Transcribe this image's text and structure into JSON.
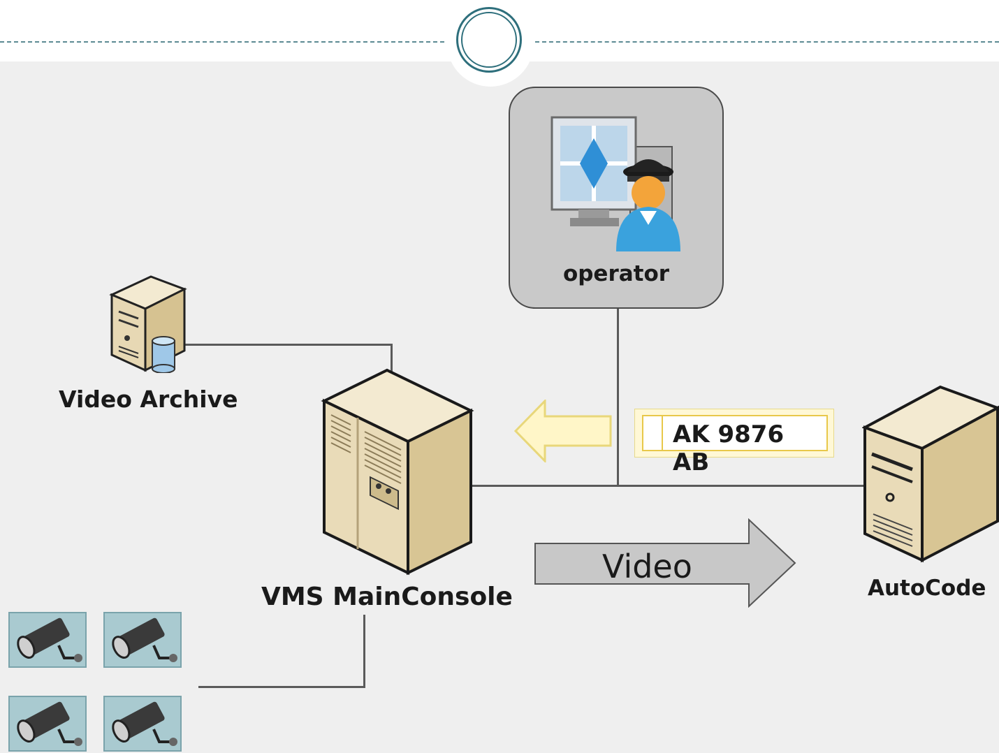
{
  "nodes": {
    "operator": "operator",
    "video_archive": "Video Archive",
    "main_console": "VMS MainConsole",
    "autocode": "AutoCode"
  },
  "plate": {
    "text": "AK 9876 AB"
  },
  "video_arrow": {
    "label": "Video"
  },
  "icons": [
    "operator-workstation-icon",
    "archive-server-icon",
    "main-console-server-icon",
    "autocode-server-icon",
    "camera-icon",
    "arrow-left-icon",
    "arrow-right-icon"
  ],
  "colors": {
    "accent": "#2e6f7c",
    "plate_border": "#e8c84a",
    "arrow_fill": "#c8c8c8",
    "yellow_arrow": "#fff6c8"
  }
}
